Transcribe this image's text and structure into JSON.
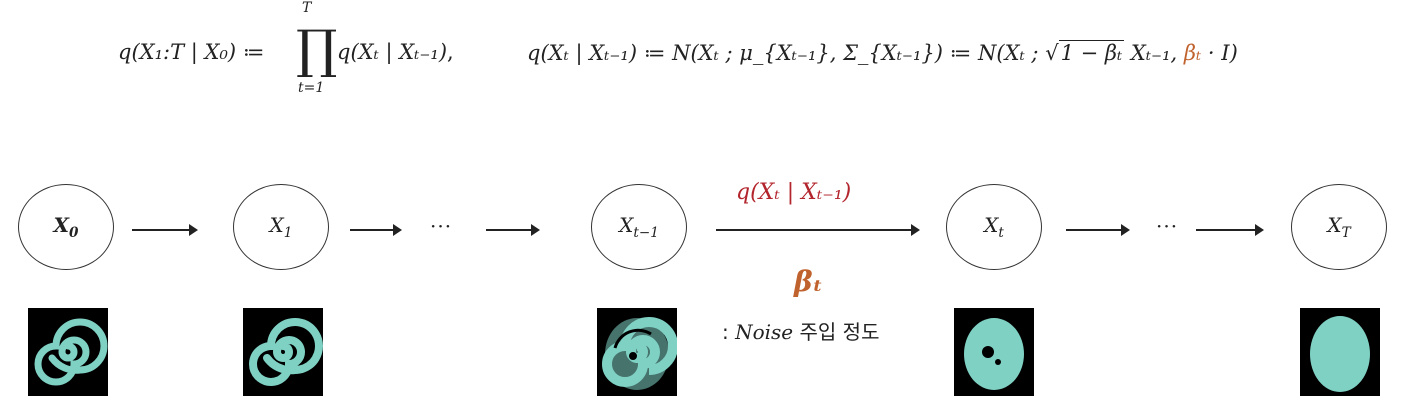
{
  "equations": {
    "forward_joint": {
      "lhs": "q(X₁:T | X₀)",
      "assign": "≔",
      "prod_symbol": "∏",
      "prod_upper": "T",
      "prod_lower": "t=1",
      "factor": "q(Xₜ | Xₜ₋₁)",
      "trailing": ","
    },
    "transition": {
      "lhs": "q(Xₜ | Xₜ₋₁)",
      "assign": "≔",
      "normal": "N(Xₜ ; μ_{Xₜ₋₁}, Σ_{Xₜ₋₁})",
      "assign2": "≔",
      "final_prefix": "N(Xₜ ;",
      "sqrt_content": "1 − βₜ",
      "final_mid": "Xₜ₋₁,",
      "final_beta": "βₜ",
      "final_suffix": "· I)"
    }
  },
  "nodes": [
    {
      "id": "x0",
      "label_main": "X",
      "label_sub": "0",
      "bold": true
    },
    {
      "id": "x1",
      "label_main": "X",
      "label_sub": "1",
      "bold": false
    },
    {
      "id": "xt_minus_1",
      "label_main": "X",
      "label_sub": "t−1",
      "bold": false
    },
    {
      "id": "xt",
      "label_main": "X",
      "label_sub": "t",
      "bold": false
    },
    {
      "id": "xT",
      "label_main": "X",
      "label_sub": "T",
      "bold": false
    }
  ],
  "ellipses": [
    "···",
    "···"
  ],
  "transition_label": "q(Xₜ | Xₜ₋₁)",
  "beta_label": "βₜ",
  "noise_caption": {
    "prefix": ": ",
    "word": "Noise",
    "korean": " 주입 정도"
  },
  "colors": {
    "beta": "#c0622d",
    "transition": "#b3252d",
    "thumbnail_bg": "#000000",
    "thumbnail_fg": "#7fd1c4"
  },
  "thumbnails": [
    {
      "node": "x0",
      "noise_level": 0.0
    },
    {
      "node": "x1",
      "noise_level": 0.05
    },
    {
      "node": "xt_minus_1",
      "noise_level": 0.4
    },
    {
      "node": "xt",
      "noise_level": 0.75
    },
    {
      "node": "xT",
      "noise_level": 1.0
    }
  ]
}
